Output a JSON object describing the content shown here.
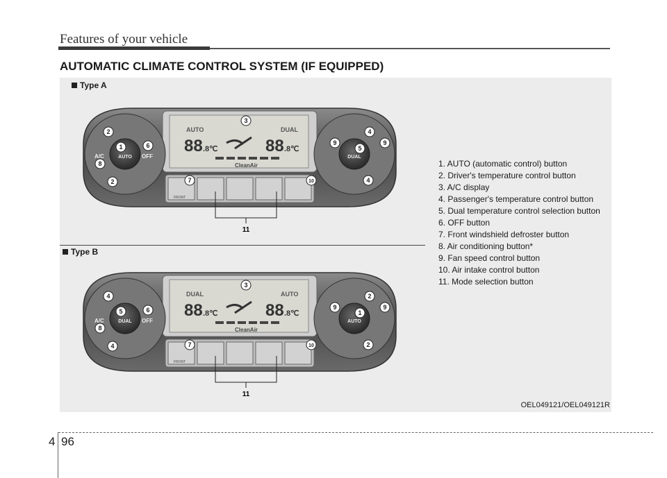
{
  "header": {
    "title": "Features of your vehicle"
  },
  "section": {
    "title": "AUTOMATIC CLIMATE CONTROL SYSTEM (IF EQUIPPED)"
  },
  "type_a": {
    "label": "Type A",
    "display_left": "AUTO",
    "display_right": "DUAL",
    "temp_left": "88",
    "temp_right": "88",
    "temp_unit": ".8℃",
    "clean_air": "CleanAir",
    "left_knob_center": "AUTO",
    "left_knob_left": "A/C",
    "left_knob_right": "OFF",
    "right_knob_center": "DUAL",
    "front_label": "FRONT",
    "callouts": [
      "1",
      "2",
      "2",
      "3",
      "4",
      "4",
      "5",
      "6",
      "7",
      "8",
      "9",
      "9",
      "10",
      "11"
    ]
  },
  "type_b": {
    "label": "Type B",
    "display_left": "DUAL",
    "display_right": "AUTO",
    "temp_left": "88",
    "temp_right": "88",
    "temp_unit": ".8℃",
    "clean_air": "CleanAir",
    "left_knob_center": "DUAL",
    "left_knob_left": "A/C",
    "left_knob_right": "OFF",
    "right_knob_center": "AUTO",
    "front_label": "FRONT",
    "callouts": [
      "1",
      "2",
      "2",
      "3",
      "4",
      "4",
      "5",
      "6",
      "7",
      "8",
      "9",
      "9",
      "10",
      "11"
    ]
  },
  "legend": [
    "1. AUTO (automatic control) button",
    "2. Driver's temperature control button",
    "3. A/C display",
    "4. Passenger's temperature control button",
    "5. Dual temperature control selection button",
    "6. OFF button",
    "7. Front windshield defroster button",
    "8. Air conditioning button*",
    "9. Fan speed control button",
    "10. Air intake control button",
    "11. Mode selection button"
  ],
  "image_code": "OEL049121/OEL049121R",
  "footer": {
    "chapter": "4",
    "page": "96"
  }
}
